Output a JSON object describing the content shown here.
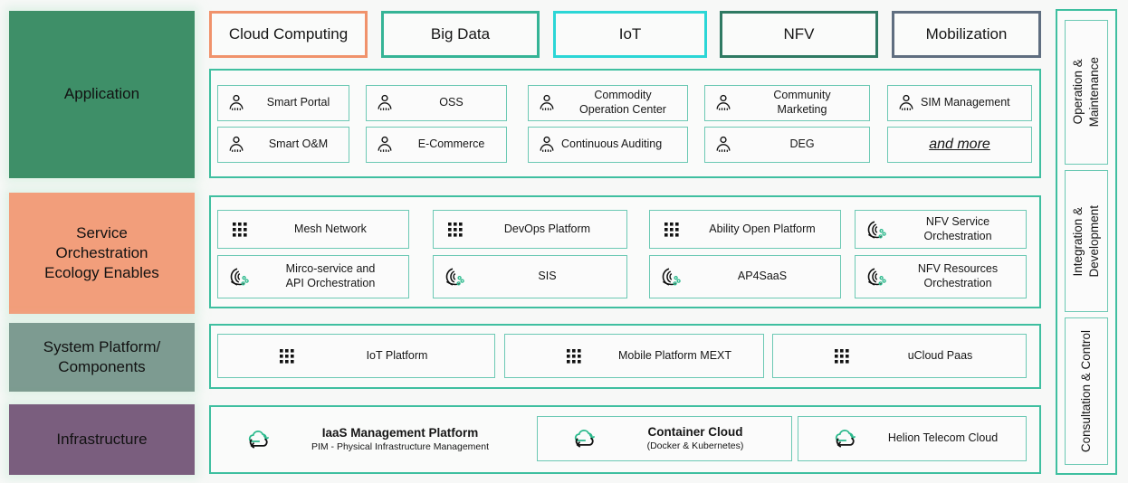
{
  "palette": {
    "application": "#3E8F68",
    "service": "#F29E7B",
    "system": "#7D9B91",
    "infrastructure": "#7A5E7E",
    "teal_border": "#3fbfa0",
    "light_teal_border": "#6cc9b4",
    "badge_cloud": "#F0926B",
    "badge_bigdata": "#35B496",
    "badge_iot": "#2BD6D6",
    "badge_nfv": "#2F7A63",
    "badge_mobilization": "#5F6E80",
    "icon_green": "#2BB98C",
    "panel_bg": "#fafbfa",
    "page_bg": "#f7f8f7"
  },
  "layers": [
    {
      "id": "application",
      "label": "Application",
      "lines": [
        "Application"
      ]
    },
    {
      "id": "service",
      "label": "Service Orchestration Ecology Enables",
      "lines": [
        "Service",
        "Orchestration",
        "Ecology Enables"
      ]
    },
    {
      "id": "system",
      "label": "System Platform/ Components",
      "lines": [
        "System Platform/",
        "Components"
      ]
    },
    {
      "id": "infrastructure",
      "label": "Infrastructure",
      "lines": [
        "Infrastructure"
      ]
    }
  ],
  "badges": [
    {
      "label": "Cloud Computing",
      "color": "#F0926B"
    },
    {
      "label": "Big Data",
      "color": "#35B496"
    },
    {
      "label": "IoT",
      "color": "#2BD6D6"
    },
    {
      "label": "NFV",
      "color": "#2F7A63"
    },
    {
      "label": "Mobilization",
      "color": "#5F6E80"
    }
  ],
  "application_items": [
    {
      "label": "Smart Portal",
      "icon": "person-icon",
      "align": "center"
    },
    {
      "label": "OSS",
      "icon": "person-icon",
      "align": "center"
    },
    {
      "label": "Commodity\nOperation Center",
      "icon": "person-icon",
      "align": "center"
    },
    {
      "label": "Community\nMarketing",
      "icon": "person-icon",
      "align": "center"
    },
    {
      "label": "SIM Management",
      "icon": "person-icon",
      "align": "left"
    },
    {
      "label": "Smart O&M",
      "icon": "person-icon",
      "align": "center"
    },
    {
      "label": "E-Commerce",
      "icon": "person-icon",
      "align": "center"
    },
    {
      "label": "Continuous Auditing",
      "icon": "person-icon",
      "align": "left"
    },
    {
      "label": "DEG",
      "icon": "person-icon",
      "align": "center"
    },
    {
      "label": "and more",
      "icon": "none",
      "align": "center",
      "style": "emphasis"
    }
  ],
  "service_items": [
    {
      "label": "Mesh Network",
      "icon": "grid-dots-icon"
    },
    {
      "label": "DevOps Platform",
      "icon": "grid-dots-icon"
    },
    {
      "label": "Ability Open Platform",
      "icon": "grid-dots-icon"
    },
    {
      "label": "NFV Service\nOrchestration",
      "icon": "orchestration-icon"
    },
    {
      "label": "Mirco-service and\nAPI Orchestration",
      "icon": "orchestration-icon"
    },
    {
      "label": "SIS",
      "icon": "orchestration-icon"
    },
    {
      "label": "AP4SaaS",
      "icon": "orchestration-icon"
    },
    {
      "label": "NFV Resources\nOrchestration",
      "icon": "orchestration-icon"
    }
  ],
  "system_items": [
    {
      "label": "IoT Platform",
      "icon": "grid-dots-icon"
    },
    {
      "label": "Mobile Platform MEXT",
      "icon": "grid-dots-icon"
    },
    {
      "label": "uCloud Paas",
      "icon": "grid-dots-icon"
    }
  ],
  "infrastructure_items": [
    {
      "title": "IaaS Management Platform",
      "subtitle": "PIM - Physical Infrastructure Management",
      "icon": "cloud-cycle-icon",
      "boxed": false
    },
    {
      "title": "Container Cloud",
      "subtitle": "(Docker & Kubernetes)",
      "icon": "cloud-cycle-icon",
      "boxed": true
    },
    {
      "title": "Helion Telecom Cloud",
      "subtitle": "",
      "icon": "cloud-cycle-icon",
      "boxed": true
    }
  ],
  "sidebar_items": [
    {
      "label": "Operation &\nMaintenance"
    },
    {
      "label": "Integration &\nDevelopment"
    },
    {
      "label": "Consultation & Control"
    }
  ]
}
